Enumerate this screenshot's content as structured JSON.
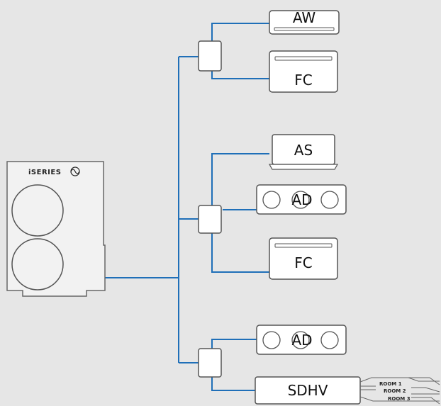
{
  "diagram": {
    "outdoor_unit": {
      "brand": "iSERIES",
      "logo_icon": "sine-wave-circle-icon"
    },
    "units": {
      "aw": "AW",
      "fc_top": "FC",
      "as": "AS",
      "ad_mid": "AD",
      "fc_mid": "FC",
      "ad_bottom": "AD",
      "sdhv": "SDHV"
    },
    "rooms": [
      "ROOM 1",
      "ROOM 2",
      "ROOM 3"
    ],
    "colors": {
      "pipe": "#1f6fb8",
      "outline": "#555555",
      "unit_fill": "#ffffff",
      "background": "#e6e6e6"
    }
  }
}
